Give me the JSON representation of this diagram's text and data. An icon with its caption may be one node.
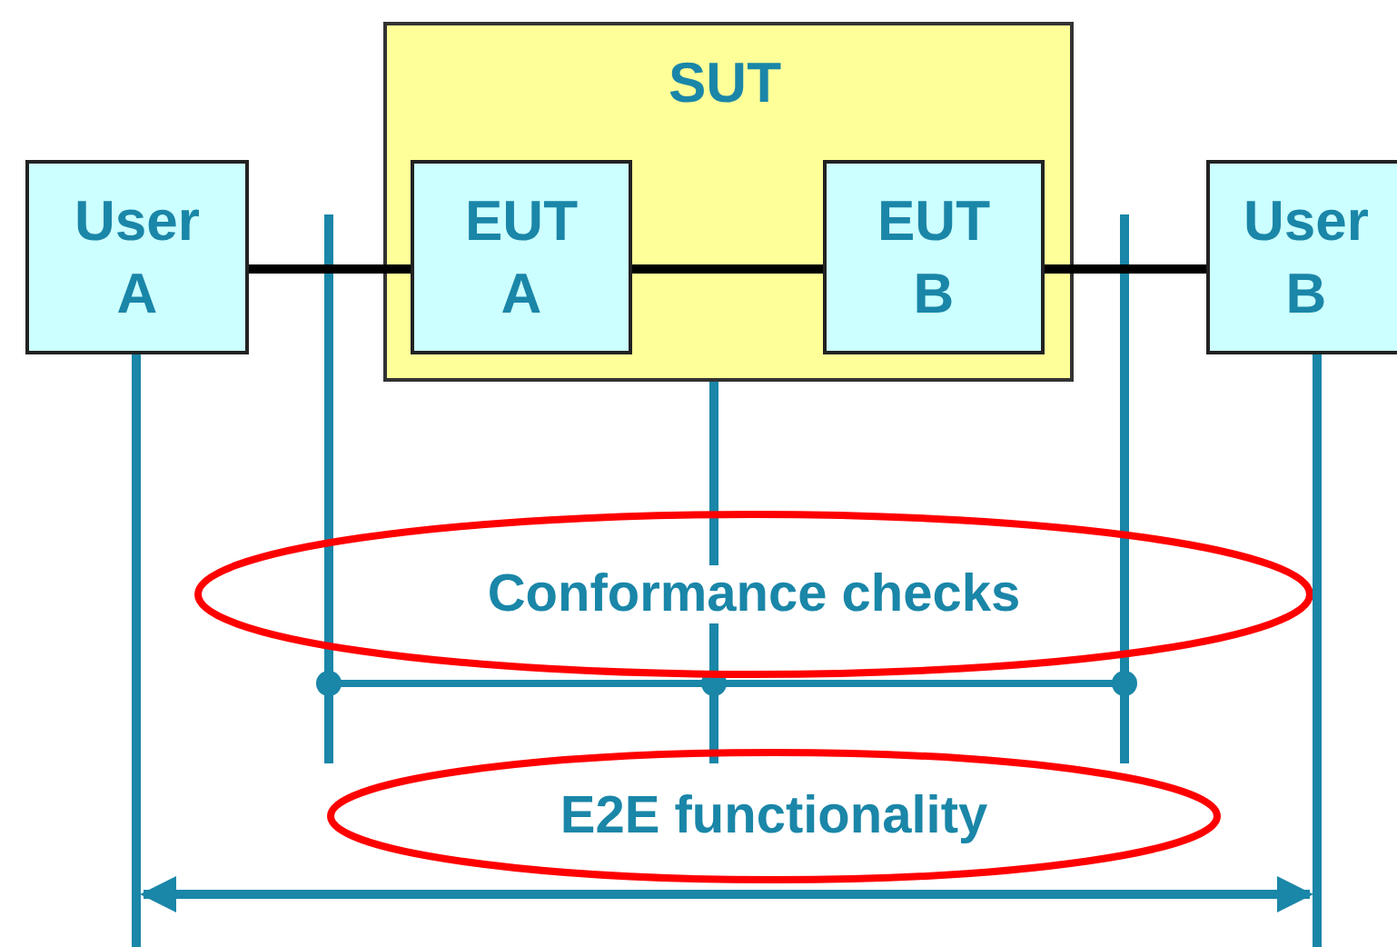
{
  "diagram": {
    "nodes": [
      {
        "text": [
          "SUT"
        ]
      },
      {
        "text": [
          "User A"
        ]
      },
      {
        "text": [
          "EUT A"
        ],
        "in": 0
      },
      {
        "text": [
          "EUT B"
        ],
        "in": 0
      },
      {
        "text": [
          "User B"
        ]
      },
      {
        "text": [
          "Conformance checks"
        ]
      },
      {
        "text": [
          "E2E functionality"
        ]
      }
    ],
    "edges": [
      {
        "from": 1,
        "to": 2,
        "arrow": "none"
      },
      {
        "from": 2,
        "to": 3,
        "arrow": "none"
      },
      {
        "from": 3,
        "to": 4,
        "arrow": "none"
      },
      {
        "from": 1,
        "to": null,
        "arrow": "none",
        "color": "#1a86a8"
      },
      {
        "from": 4,
        "to": null,
        "arrow": "none",
        "color": "#1a86a8"
      }
    ]
  }
}
